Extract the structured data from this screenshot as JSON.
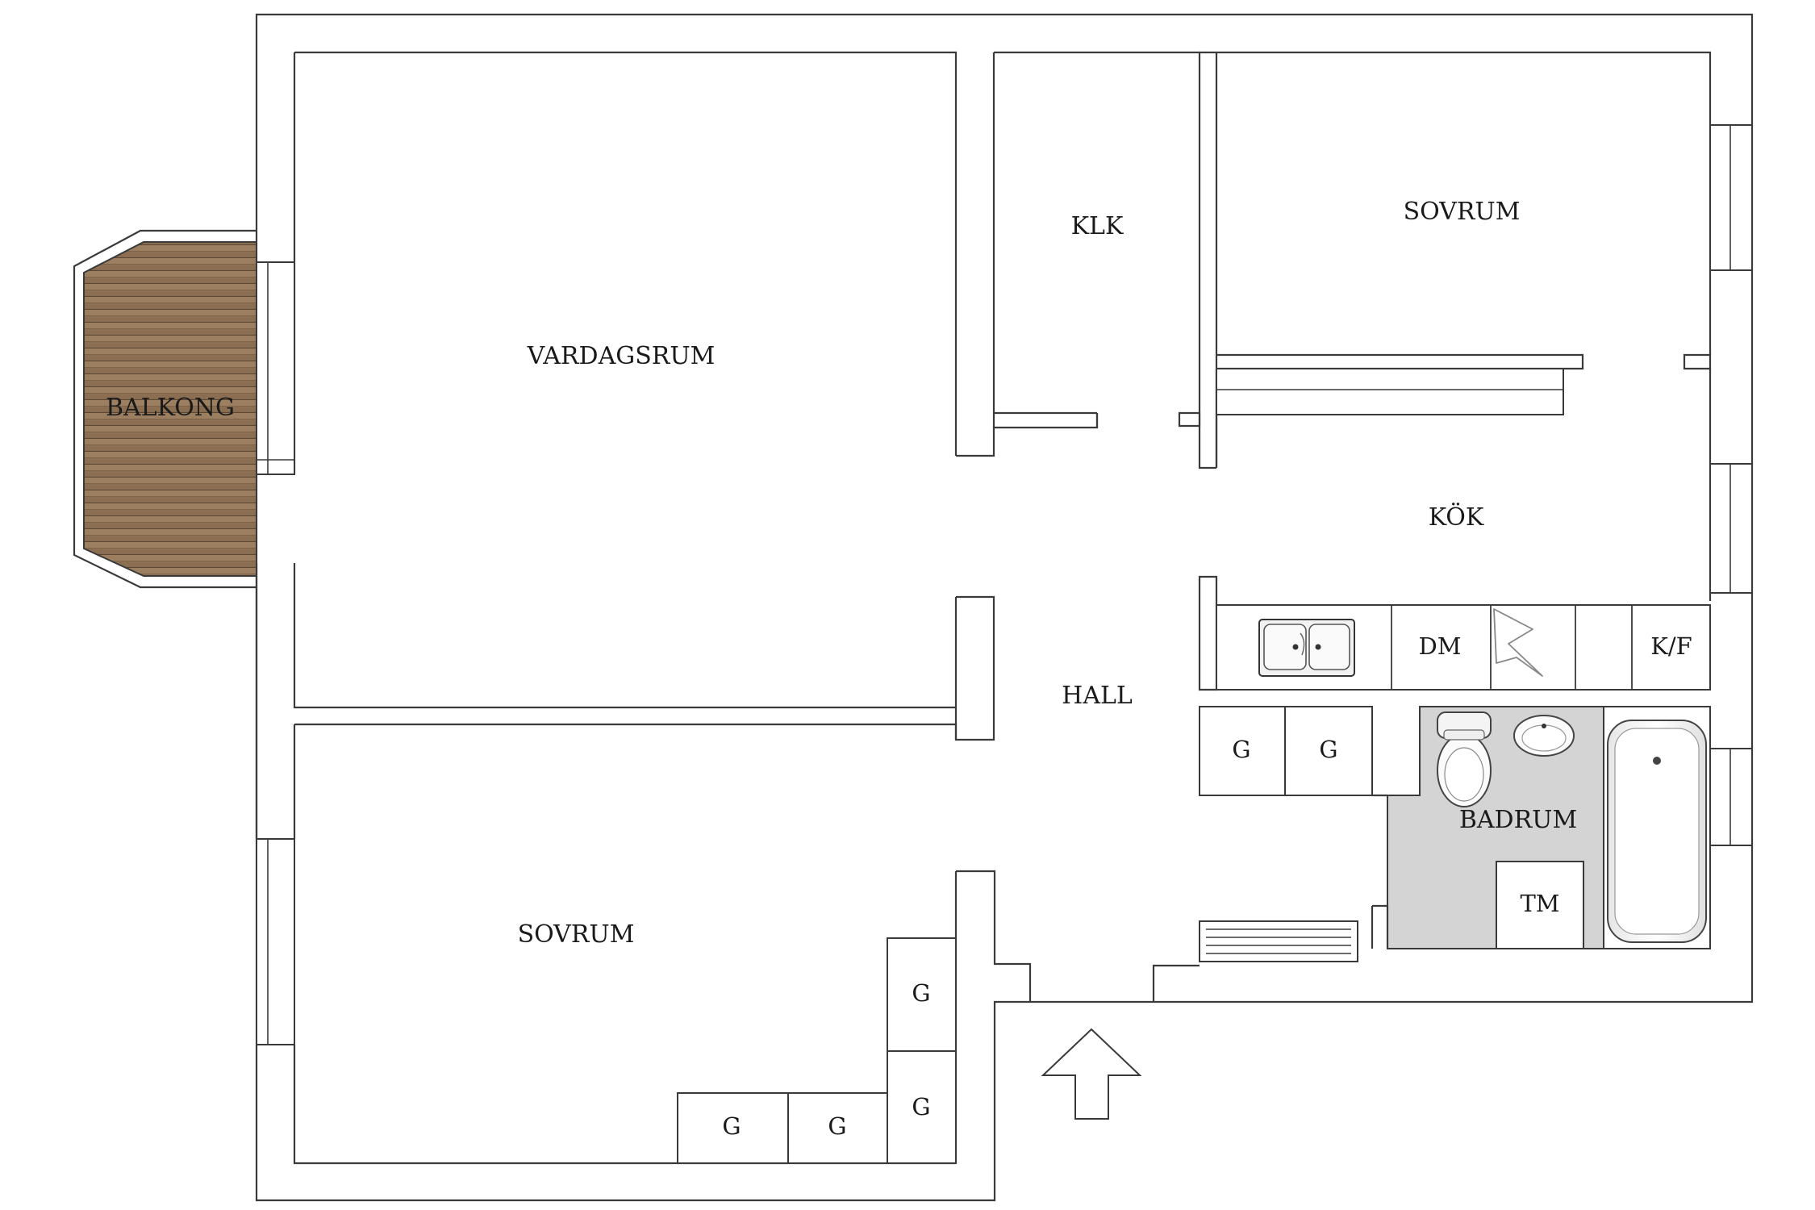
{
  "colors": {
    "wall_stroke": "#3a3a3a",
    "balcony_wood": "#8a6f55",
    "bathroom_floor": "#d4d4d4",
    "background": "#ffffff"
  },
  "rooms": {
    "vardagsrum": "VARDAGSRUM",
    "balkong": "BALKONG",
    "klk": "KLK",
    "sovrum_top": "SOVRUM",
    "kok": "KÖK",
    "hall": "HALL",
    "badrum": "BADRUM",
    "sovrum_bottom": "SOVRUM"
  },
  "fixtures": {
    "dishwasher": "DM",
    "fridge_freezer": "K/F",
    "washing_machine": "TM",
    "hall_wardrobe_1": "G",
    "hall_wardrobe_2": "G",
    "bedroom_wardrobe_1": "G",
    "bedroom_wardrobe_2": "G",
    "bedroom_wardrobe_3": "G",
    "bedroom_wardrobe_4": "G"
  },
  "icons": {
    "entrance": "entrance-arrow-icon",
    "sink": "kitchen-sink-icon",
    "stove": "stove-icon",
    "toilet": "toilet-icon",
    "basin": "wash-basin-icon",
    "bathtub": "bathtub-icon",
    "radiator": "radiator-icon"
  }
}
